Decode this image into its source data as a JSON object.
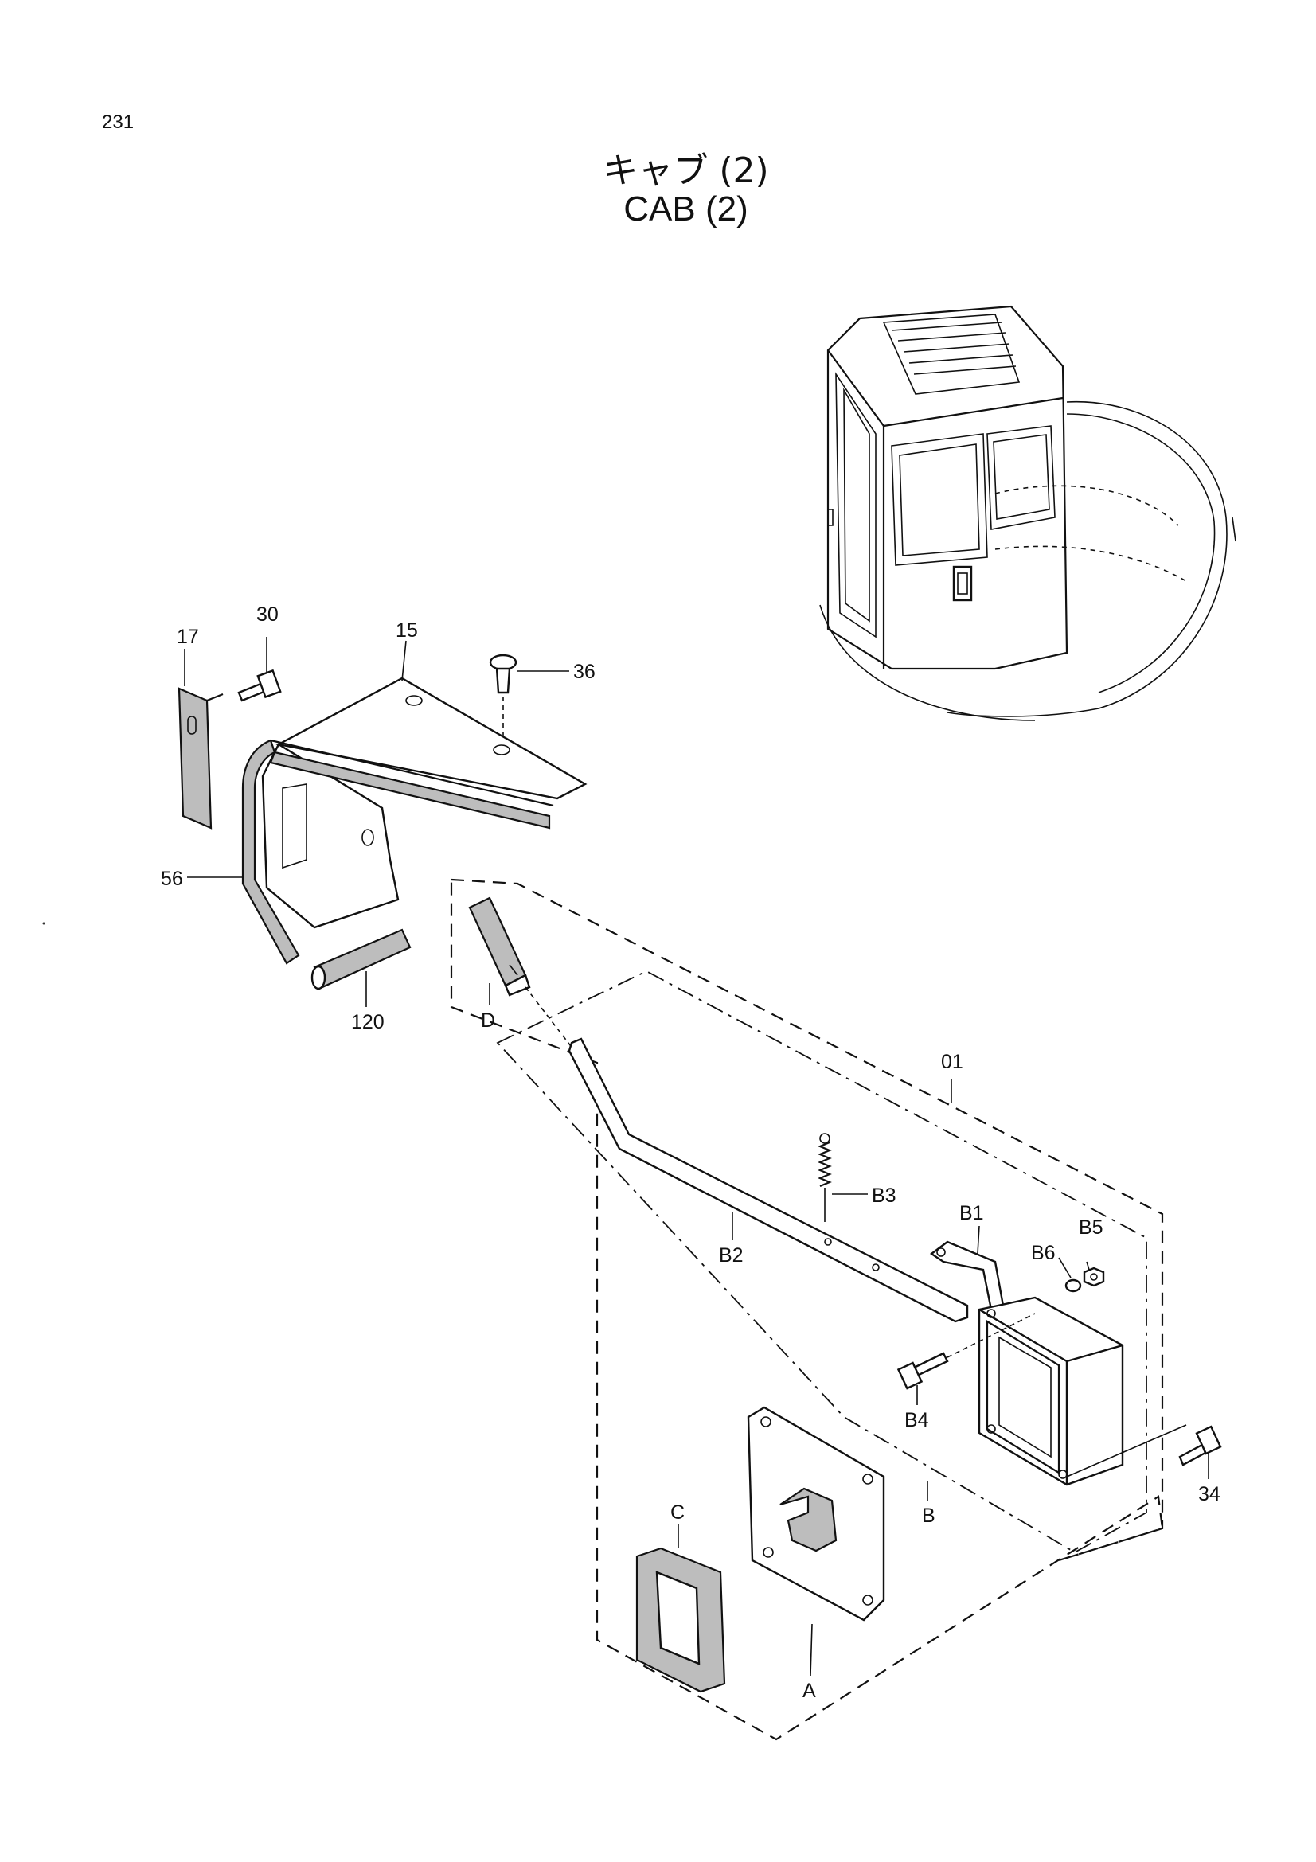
{
  "page_number": "231",
  "title_ja": "キャブ (2)",
  "title_en": "CAB (2)",
  "callouts": {
    "c17": "17",
    "c30": "30",
    "c15": "15",
    "c36": "36",
    "c56": "56",
    "c120": "120",
    "cD": "D",
    "c01": "01",
    "cB3": "B3",
    "cB1": "B1",
    "cB5": "B5",
    "cB6": "B6",
    "cB2": "B2",
    "cB4": "B4",
    "cB": "B",
    "c34": "34",
    "cC": "C",
    "cA": "A"
  }
}
